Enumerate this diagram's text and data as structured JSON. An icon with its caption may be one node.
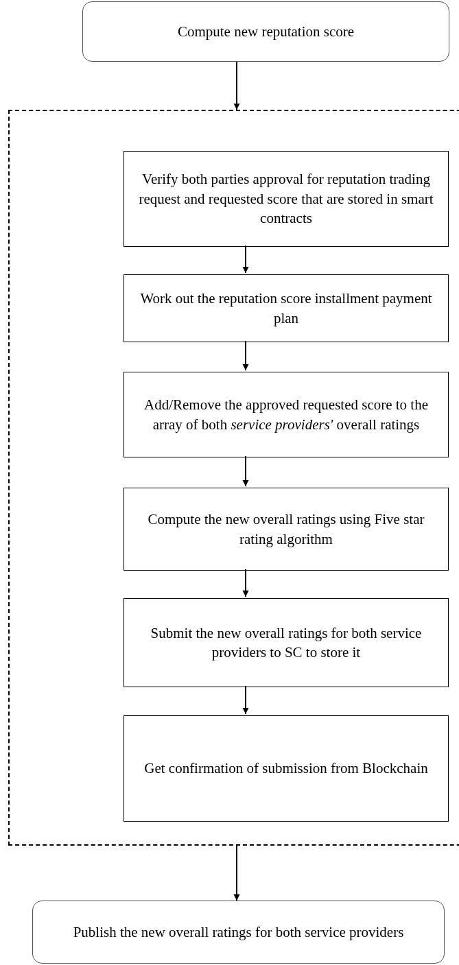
{
  "diagram": {
    "nodes": [
      {
        "text": [
          "Compute new reputation score"
        ]
      },
      {
        "text": [],
        "shape": "box"
      },
      {
        "text": [
          "Verify both parties approval for reputation trading request and requested score that are stored in smart contracts"
        ],
        "in": 1
      },
      {
        "text": [
          "Work out the reputation score installment payment plan"
        ],
        "in": 1
      },
      {
        "text": [
          "Add/Remove the approved requested score to the array of both *service providers'* overall ratings"
        ],
        "in": 1
      },
      {
        "text": [
          "Compute the new overall ratings using Five star rating algorithm"
        ],
        "in": 1
      },
      {
        "text": [
          "Submit the new overall ratings for both service providers to SC to store it"
        ],
        "in": 1
      },
      {
        "text": [
          "Get confirmation of submission from Blockchain"
        ],
        "in": 1
      },
      {
        "text": [
          "Publish the new overall ratings for both service providers"
        ]
      }
    ],
    "edges": [
      {
        "from": 0,
        "to": 1,
        "arrow": "to"
      },
      {
        "from": 2,
        "to": 3,
        "arrow": "to"
      },
      {
        "from": 3,
        "to": 4,
        "arrow": "to"
      },
      {
        "from": 4,
        "to": 5,
        "arrow": "to"
      },
      {
        "from": 5,
        "to": 6,
        "arrow": "to"
      },
      {
        "from": 6,
        "to": 7,
        "arrow": "to"
      },
      {
        "from": 1,
        "to": 8,
        "arrow": "to"
      }
    ]
  }
}
